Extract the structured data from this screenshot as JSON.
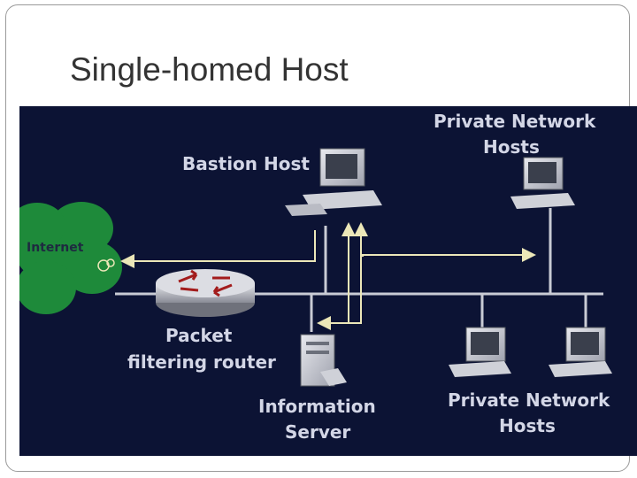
{
  "slide": {
    "title": "Single-homed Host"
  },
  "diagram": {
    "labels": {
      "bastion_host": "Bastion Host",
      "private_network_top_line1": "Private Network",
      "private_network_top_line2": "Hosts",
      "internet": "Internet",
      "router_line1": "Packet",
      "router_line2": "filtering router",
      "info_server_line1": "Information",
      "info_server_line2": "Server",
      "private_network_bottom_line1": "Private Network",
      "private_network_bottom_line2": "Hosts"
    },
    "icons": [
      "cloud-icon",
      "router-icon",
      "workstation-icon",
      "server-icon"
    ],
    "colors": {
      "background": "#0c1334",
      "network_line": "#c9cbd4",
      "arrow": "#ece7b8",
      "cloud": "#1e8a3a",
      "label": "#d3d6e6"
    }
  }
}
